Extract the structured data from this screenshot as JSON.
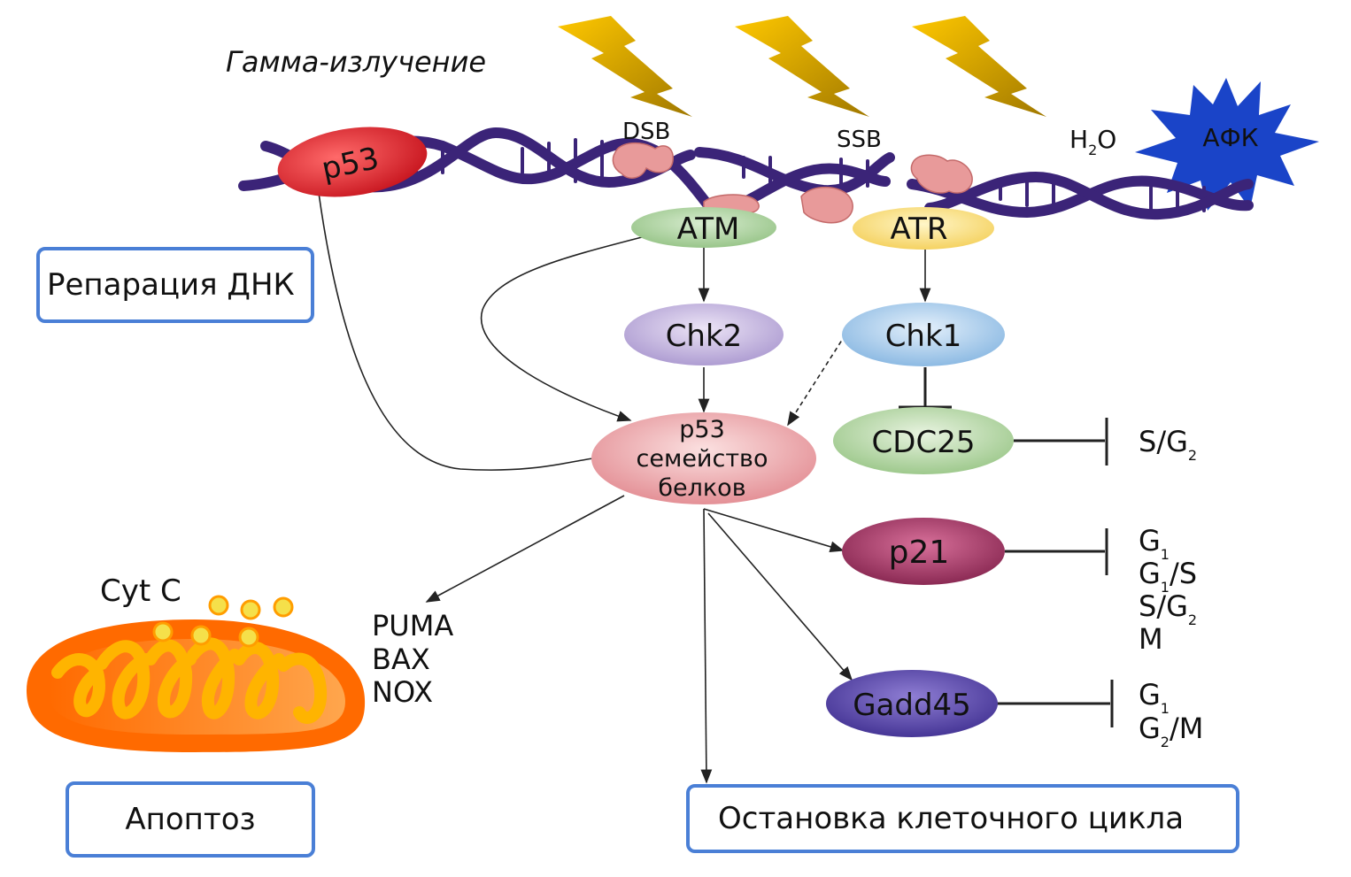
{
  "labels": {
    "gamma": "Гамма-излучение",
    "dsb": "DSB",
    "ssb": "SSB",
    "h2o_main": "H",
    "h2o_sub": "2",
    "h2o_tail": "O",
    "afk": "АФК",
    "cytc": "Cyt C",
    "puma": "PUMA",
    "bax": "BAX",
    "nox": "NOX"
  },
  "nodes": {
    "p53_dna": "p53",
    "atm": "ATM",
    "atr": "ATR",
    "chk2": "Chk2",
    "chk1": "Chk1",
    "p53fam_l1": "p53",
    "p53fam_l2": "семейство",
    "p53fam_l3": "белков",
    "cdc25": "CDC25",
    "p21": "p21",
    "gadd45": "Gadd45"
  },
  "phases": {
    "cdc25": [
      {
        "main": "S/G",
        "sub": "2",
        "tail": ""
      }
    ],
    "p21": [
      {
        "main": "G",
        "sub": "1",
        "tail": ""
      },
      {
        "main": "G",
        "sub": "1",
        "tail": "/S"
      },
      {
        "main": "S/G",
        "sub": "2",
        "tail": ""
      },
      {
        "main": "M",
        "sub": "",
        "tail": ""
      }
    ],
    "gadd45": [
      {
        "main": "G",
        "sub": "1",
        "tail": ""
      },
      {
        "main": "G",
        "sub": "2",
        "tail": "/M"
      }
    ]
  },
  "boxes": {
    "repair": "Репарация ДНК",
    "apoptosis": "Апоптоз",
    "arrest": "Остановка клеточного цикла"
  },
  "colors": {
    "dna": "#3b2478",
    "lightning": "#f0b800",
    "afk": "#1a44c8",
    "box_border": "#4a7fd6",
    "mitochondrion": "#ff7a00"
  }
}
